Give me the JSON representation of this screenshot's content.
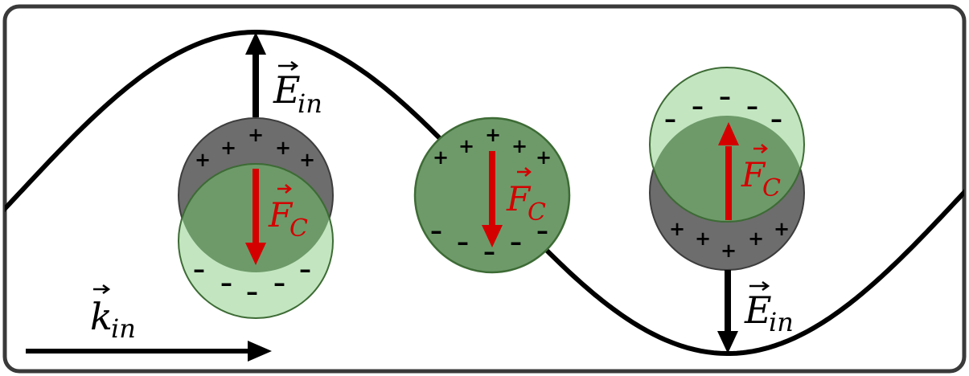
{
  "labels": {
    "e_field": "E",
    "e_sub": "in",
    "k_vector": "k",
    "k_sub": "in",
    "force": "F",
    "force_sub": "C"
  },
  "charges": {
    "plus": "+",
    "minus": "–"
  },
  "colors": {
    "frame": "#3a3a3a",
    "wave": "#000000",
    "positive_cloud": "#6d6d6d",
    "negative_cloud": "#c3e6c0",
    "overlap": "#6e9a6a",
    "cloud_edge": "#3d6b35",
    "force_arrow": "#d40000",
    "field_arrow": "#000000"
  }
}
